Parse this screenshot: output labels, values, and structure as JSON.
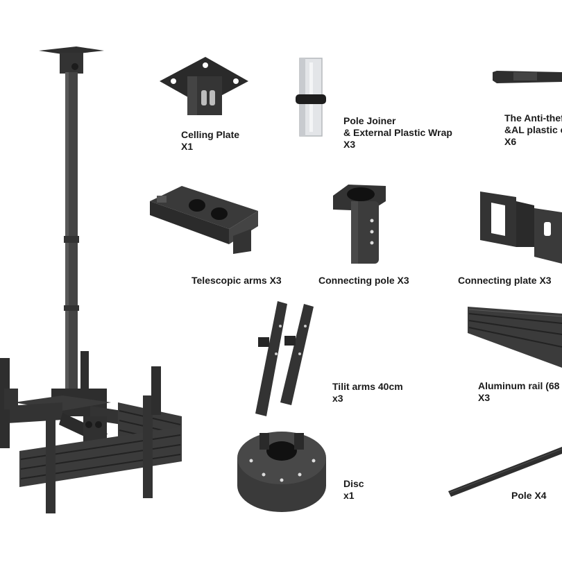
{
  "colors": {
    "metal": "#3a3a3a",
    "metal_dark": "#262626",
    "metal_light": "#5a5a5a",
    "aluminum": "#d8dbde",
    "background": "#ffffff"
  },
  "parts": [
    {
      "id": "ceiling-plate",
      "icon": "ceiling-plate-icon",
      "line1": "Celling Plate",
      "line2": "X1"
    },
    {
      "id": "pole-joiner",
      "icon": "pole-joiner-icon",
      "line1": "Pole Joiner",
      "line2": "& External Plastic Wrap",
      "line3": "X3"
    },
    {
      "id": "anti-theft",
      "icon": "anti-theft-cover-icon",
      "line1": "The Anti-thef",
      "line2": "&AL plastic c",
      "line3": "X6"
    },
    {
      "id": "telescopic-arms",
      "icon": "telescopic-arm-icon",
      "line1": "Telescopic arms X3"
    },
    {
      "id": "connecting-pole",
      "icon": "connecting-pole-icon",
      "line1": "Connecting pole X3"
    },
    {
      "id": "connecting-plate",
      "icon": "connecting-plate-icon",
      "line1": "Connecting plate X3"
    },
    {
      "id": "tilt-arms",
      "icon": "tilt-arm-icon",
      "line1": "Tilit arms 40cm",
      "line2": "x3"
    },
    {
      "id": "aluminum-rail",
      "icon": "aluminum-rail-icon",
      "line1": "Aluminum rail (68",
      "line2": "X3"
    },
    {
      "id": "disc",
      "icon": "disc-icon",
      "line1": "Disc",
      "line2": "x1"
    },
    {
      "id": "pole",
      "icon": "pole-icon",
      "line1": "Pole X4"
    }
  ]
}
